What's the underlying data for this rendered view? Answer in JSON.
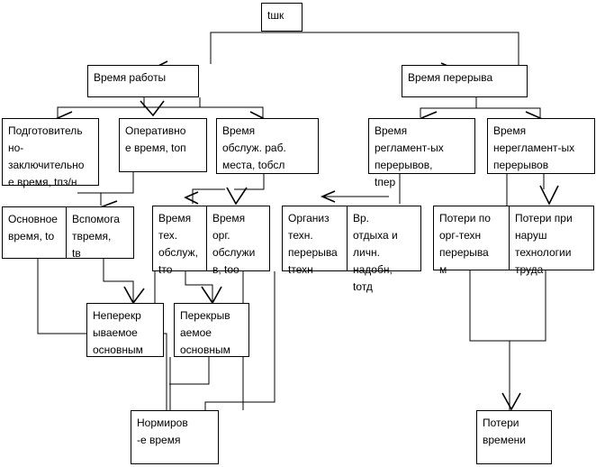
{
  "nodes": {
    "root": "tшк",
    "work_time": "Время работы",
    "break_time": "Время перерыва",
    "prep": "Подготовитель\nно-\nзаключительно\nе время, tпз/н",
    "oper": "Оперативно\nе время, tоп",
    "service": "Время\nобслуж. раб.\nместа, tобсл",
    "reg_breaks": "Время\nрегламент-ых\nперерывов,\ntпер",
    "nonreg_breaks": "Время\nнереглaмент-ых\nперерывов",
    "main_time": "Основное\nвремя, tо",
    "aux_time": "Вспомога\nтвремя,\ntв",
    "tech_service": "Время\nтех.\nобслуж,\ntто",
    "org_service": "Время\nорг.\nобслужи\nв, tоо",
    "org_tech_breaks": "Организ\nтехн.\nперерыва\ntтехн",
    "rest": "Вр.\nотдыха и\nличн.\nнадобн,\ntотд",
    "loss_org": "Потери по\nорг-техн\nперерыва\nм",
    "loss_tech": "Потери при\nнаруш\nтехнологии\nтруда",
    "nonoverlap": "Неперекр\nываемое\nосновным",
    "overlap": "Перекрыв\nаемое\nосновным",
    "normed": "Нормиров\n-е время",
    "losses": "Потери\nвремени"
  }
}
